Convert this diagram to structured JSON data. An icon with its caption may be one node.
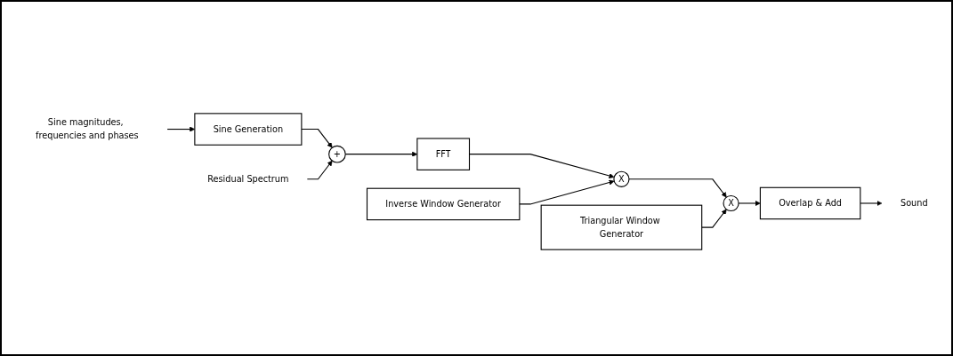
{
  "diagram": {
    "nodes": [
      {
        "text": [
          "Sine magnitudes, frequencies and phases"
        ]
      },
      {
        "text": [
          "Sine Generation"
        ]
      },
      {
        "text": [
          "+"
        ]
      },
      {
        "text": [
          "Residual Spectrum"
        ]
      },
      {
        "text": [
          "FFT"
        ]
      },
      {
        "text": [
          "Inverse Window Generator"
        ]
      },
      {
        "text": [
          "X"
        ]
      },
      {
        "text": [
          "X"
        ]
      },
      {
        "text": [
          "Triangular Window Generator"
        ]
      },
      {
        "text": [
          "Overlap & Add"
        ]
      },
      {
        "text": [
          "Sound"
        ]
      }
    ],
    "edges": [
      {
        "from": 0,
        "to": 1,
        "arrow": "to"
      },
      {
        "from": 1,
        "to": 2,
        "arrow": "to"
      },
      {
        "from": 3,
        "to": 2,
        "arrow": "to"
      },
      {
        "from": 2,
        "to": 4,
        "arrow": "to"
      },
      {
        "from": 4,
        "to": 6,
        "arrow": "to"
      },
      {
        "from": 5,
        "to": 6,
        "arrow": "to"
      },
      {
        "from": 6,
        "to": 7,
        "arrow": "to"
      },
      {
        "from": 8,
        "to": 7,
        "arrow": "to"
      },
      {
        "from": 7,
        "to": 9,
        "arrow": "to"
      },
      {
        "from": 9,
        "to": 10,
        "arrow": "to"
      }
    ]
  }
}
